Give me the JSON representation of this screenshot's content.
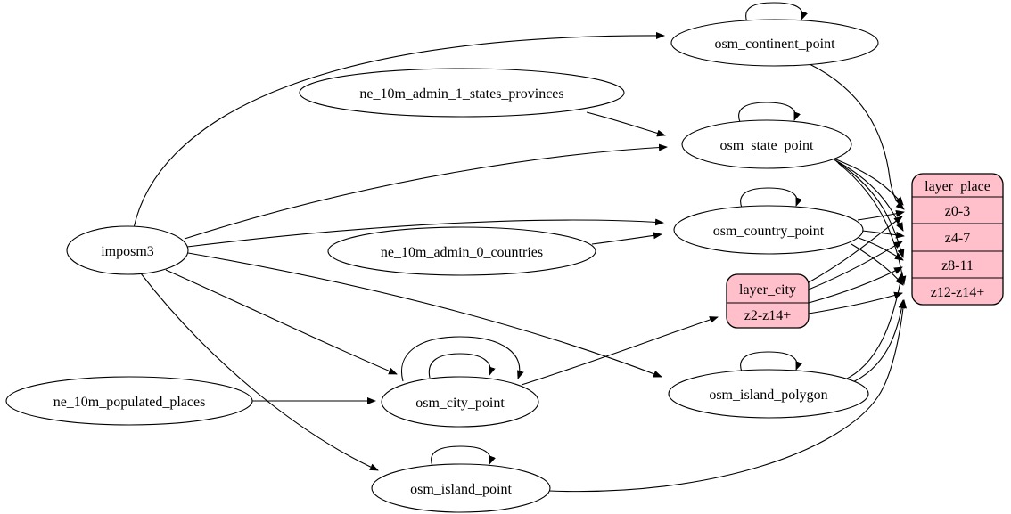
{
  "colors": {
    "record_fill": "#ffc0cb",
    "node_fill": "#ffffff",
    "edge_color": "#000000",
    "background": "#ffffff"
  },
  "nodes": {
    "imposm3": {
      "label": "imposm3"
    },
    "ne_10m_admin_1_states_provinces": {
      "label": "ne_10m_admin_1_states_provinces"
    },
    "ne_10m_admin_0_countries": {
      "label": "ne_10m_admin_0_countries"
    },
    "ne_10m_populated_places": {
      "label": "ne_10m_populated_places"
    },
    "osm_continent_point": {
      "label": "osm_continent_point"
    },
    "osm_state_point": {
      "label": "osm_state_point"
    },
    "osm_country_point": {
      "label": "osm_country_point"
    },
    "osm_city_point": {
      "label": "osm_city_point"
    },
    "osm_island_polygon": {
      "label": "osm_island_polygon"
    },
    "osm_island_point": {
      "label": "osm_island_point"
    }
  },
  "records": {
    "layer_place": {
      "title": "layer_place",
      "rows": [
        "z0-3",
        "z4-7",
        "z8-11",
        "z12-z14+"
      ]
    },
    "layer_city": {
      "title": "layer_city",
      "rows": [
        "z2-z14+"
      ]
    }
  },
  "edges": [
    {
      "from": "imposm3",
      "to": "osm_continent_point"
    },
    {
      "from": "imposm3",
      "to": "osm_state_point"
    },
    {
      "from": "imposm3",
      "to": "osm_country_point"
    },
    {
      "from": "imposm3",
      "to": "osm_city_point"
    },
    {
      "from": "imposm3",
      "to": "osm_island_polygon"
    },
    {
      "from": "imposm3",
      "to": "osm_island_point"
    },
    {
      "from": "ne_10m_admin_1_states_provinces",
      "to": "osm_state_point"
    },
    {
      "from": "ne_10m_admin_0_countries",
      "to": "osm_country_point"
    },
    {
      "from": "ne_10m_populated_places",
      "to": "osm_city_point"
    },
    {
      "from": "osm_continent_point",
      "to": "osm_continent_point"
    },
    {
      "from": "osm_state_point",
      "to": "osm_state_point"
    },
    {
      "from": "osm_country_point",
      "to": "osm_country_point"
    },
    {
      "from": "osm_city_point",
      "to": "osm_city_point"
    },
    {
      "from": "osm_city_point",
      "to": "osm_city_point"
    },
    {
      "from": "osm_island_polygon",
      "to": "osm_island_polygon"
    },
    {
      "from": "osm_island_point",
      "to": "osm_island_point"
    },
    {
      "from": "osm_continent_point",
      "to": "layer_place:z0-3"
    },
    {
      "from": "osm_state_point",
      "to": "layer_place:z0-3"
    },
    {
      "from": "osm_state_point",
      "to": "layer_place:z4-7"
    },
    {
      "from": "osm_state_point",
      "to": "layer_place:z8-11"
    },
    {
      "from": "osm_state_point",
      "to": "layer_place:z12-z14+"
    },
    {
      "from": "osm_country_point",
      "to": "layer_place:z0-3"
    },
    {
      "from": "osm_country_point",
      "to": "layer_place:z4-7"
    },
    {
      "from": "osm_country_point",
      "to": "layer_place:z8-11"
    },
    {
      "from": "osm_country_point",
      "to": "layer_place:z12-z14+"
    },
    {
      "from": "osm_island_polygon",
      "to": "layer_place:z8-11"
    },
    {
      "from": "osm_island_polygon",
      "to": "layer_place:z12-z14+"
    },
    {
      "from": "osm_island_point",
      "to": "layer_place:z12-z14+"
    },
    {
      "from": "osm_city_point",
      "to": "layer_city:z2-z14+"
    },
    {
      "from": "layer_city",
      "to": "layer_place:z0-3"
    },
    {
      "from": "layer_city",
      "to": "layer_place:z4-7"
    },
    {
      "from": "layer_city",
      "to": "layer_place:z8-11"
    },
    {
      "from": "layer_city",
      "to": "layer_place:z12-z14+"
    }
  ]
}
